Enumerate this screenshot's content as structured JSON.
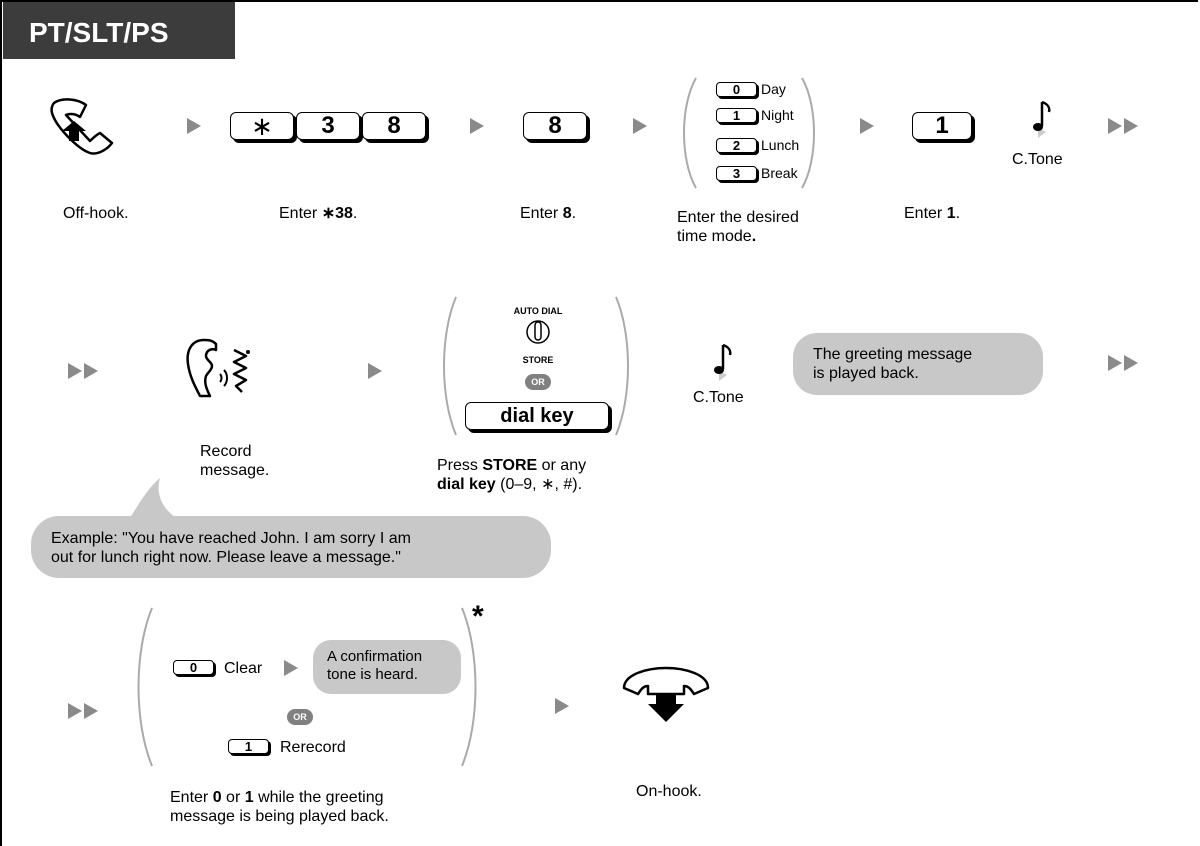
{
  "header": {
    "title": "PT/SLT/PS"
  },
  "row1": {
    "captions": {
      "offhook": "Off-hook.",
      "enter38_prefix": "Enter ",
      "enter38_bold": "∗38",
      "enter38_suffix": ".",
      "enter8_prefix": "Enter ",
      "enter8_bold": "8",
      "enter8_suffix": ".",
      "timemode_line1": "Enter the desired",
      "timemode_line2": "time mode",
      "timemode_dot": ".",
      "enter1_prefix": "Enter ",
      "enter1_bold": "1",
      "enter1_suffix": "."
    },
    "keys": {
      "star": "∗",
      "three": "3",
      "eight": "8",
      "eight_single": "8",
      "one": "1"
    },
    "time_modes": [
      {
        "key": "0",
        "label": "Day"
      },
      {
        "key": "1",
        "label": "Night"
      },
      {
        "key": "2",
        "label": "Lunch"
      },
      {
        "key": "3",
        "label": "Break"
      }
    ],
    "tone_label": "C.Tone"
  },
  "row2": {
    "record_line1": "Record",
    "record_line2": "message.",
    "auto_dial": "AUTO DIAL",
    "store": "STORE",
    "or": "OR",
    "dial_key": "dial key",
    "press_line1_prefix": "Press ",
    "press_line1_bold": "STORE",
    "press_line1_suffix": " or any",
    "press_line2_bold": "dial key",
    "press_line2_suffix": " (0–9, ∗, #).",
    "tone_label": "C.Tone",
    "greeting_bubble_line1": "The greeting message",
    "greeting_bubble_line2": "is played back.",
    "example_line1": "Example: \"You have reached John. I am sorry I am",
    "example_line2": "out for lunch right now. Please leave a message.\""
  },
  "row3": {
    "clear_key": "0",
    "clear_label": "Clear",
    "confirm_line1": "A confirmation",
    "confirm_line2": "tone is heard.",
    "or": "OR",
    "rerecord_key": "1",
    "rerecord_label": "Rerecord",
    "asterisk": "*",
    "enter_line1_prefix": "Enter ",
    "enter_line1_bold1": "0",
    "enter_line1_mid": " or ",
    "enter_line1_bold2": "1",
    "enter_line1_suffix": " while the greeting",
    "enter_line2": "message is being played back.",
    "onhook": "On-hook."
  },
  "icons": {
    "offhook": "handset-offhook-icon",
    "onhook": "handset-onhook-icon",
    "tone": "music-note-icon",
    "speaking": "speaking-person-icon",
    "store_button": "store-button-icon"
  },
  "colors": {
    "header_bg": "#3c3c3c",
    "bubble_bg": "#c8c8c8",
    "arrow": "#8a8a8a"
  }
}
